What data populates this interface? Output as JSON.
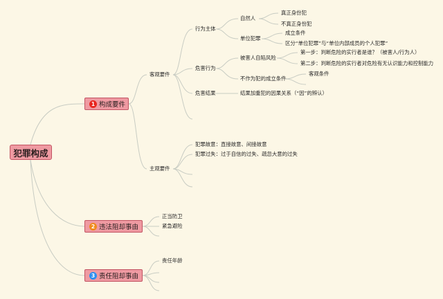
{
  "root": "犯罪构成",
  "branches": {
    "b1": {
      "badge": "1",
      "badge_color": "#e8251f",
      "label": "构成要件"
    },
    "b2": {
      "badge": "2",
      "badge_color": "#f08a1c",
      "label": "违法阻却事由"
    },
    "b3": {
      "badge": "3",
      "badge_color": "#2f8ff0",
      "label": "责任阻却事由"
    }
  },
  "nodes": {
    "objective": "客观要件",
    "subjective": "主观要件",
    "actor": "行为主体",
    "act": "危害行为",
    "result": "危害结果",
    "natural_person": "自然人",
    "true_status_crime": "真正身份犯",
    "untrue_status_crime": "不真正身份犯",
    "unit_crime": "单位犯罪",
    "formation": "成立条件",
    "distinguish": "区分“单位犯罪”与“单位内部成员的个人犯罪”",
    "victim_risk": "被害人自陷风险",
    "step1": "第一步：判断危险的实行者是谁？（被害人/行为人）",
    "step2": "第二步：判断危险的实行者对危险有无认识能力和控制能力",
    "omission": "不作为犯的成立条件",
    "omission_formation": "客观条件",
    "causation": "结果加重犯的因果关系（“因”的辨认）",
    "intent": "犯罪故意：直接故意、间接故意",
    "negligence": "犯罪过失：过于自信的过失、疏忽大意的过失",
    "self_defense": "正当防卫",
    "necessity": "紧急避险",
    "age": "责任年龄"
  }
}
